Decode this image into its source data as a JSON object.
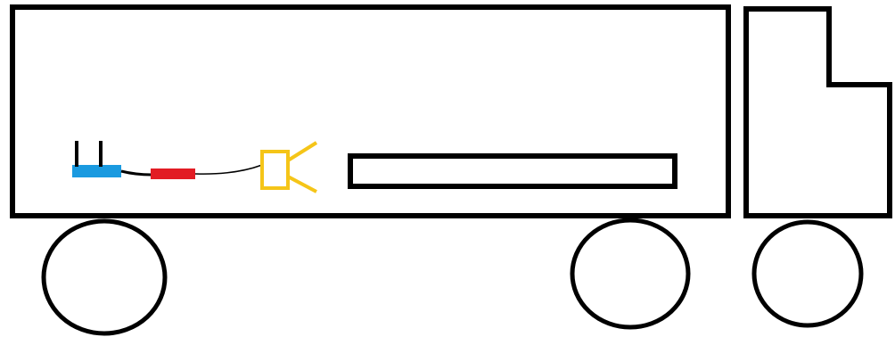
{
  "colors": {
    "outline": "#000000",
    "router": "#1a9ae0",
    "red_device": "#e21c24",
    "speaker": "#f5c518",
    "background": "#ffffff"
  },
  "components": {
    "trailer": {
      "icon": "trailer-box"
    },
    "cab": {
      "icon": "truck-cab"
    },
    "router": {
      "icon": "router-with-two-antennas"
    },
    "red_device": {
      "icon": "red-bar-device"
    },
    "speaker": {
      "icon": "speaker-icon"
    },
    "long_bar": {
      "icon": "long-rectangle"
    },
    "wheels": [
      {
        "icon": "wheel"
      },
      {
        "icon": "wheel"
      },
      {
        "icon": "wheel"
      }
    ]
  }
}
